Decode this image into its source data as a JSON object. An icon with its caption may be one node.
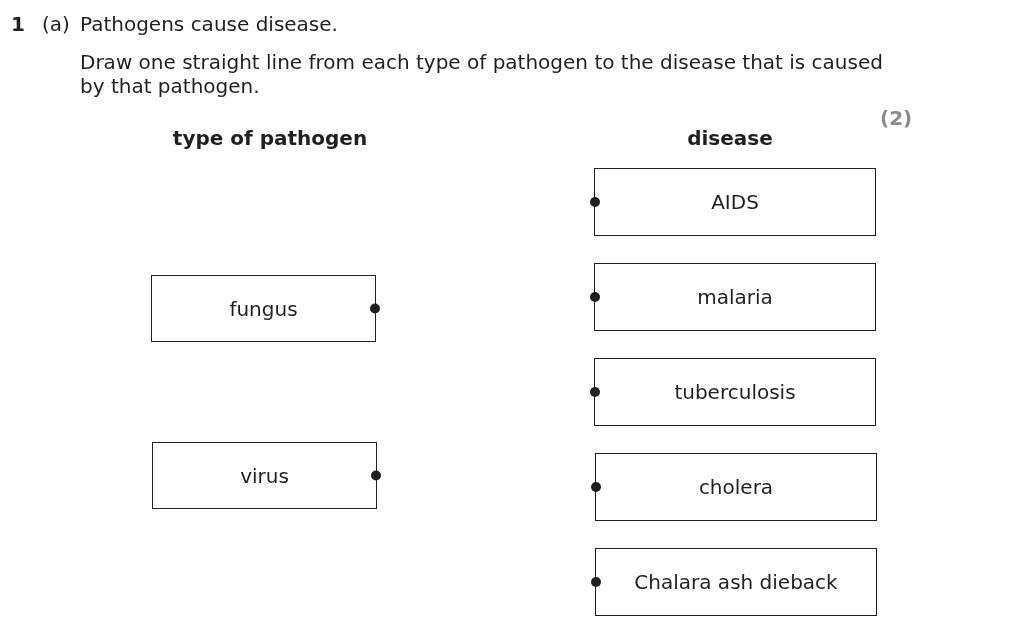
{
  "diagram": {
    "nodes": [
      {
        "text": [
          "fungus"
        ]
      },
      {
        "text": [
          "virus"
        ]
      },
      {
        "text": [
          "AIDS"
        ]
      },
      {
        "text": [
          "malaria"
        ]
      },
      {
        "text": [
          "tuberculosis"
        ]
      },
      {
        "text": [
          "cholera"
        ]
      },
      {
        "text": [
          "Chalara ash dieback"
        ]
      }
    ],
    "labels": [
      "1",
      "(a)",
      "Pathogens cause disease.",
      "Draw one straight line from each type of pathogen to the disease that is caused by that pathogen.",
      "(2)",
      "type of pathogen",
      "disease"
    ]
  }
}
